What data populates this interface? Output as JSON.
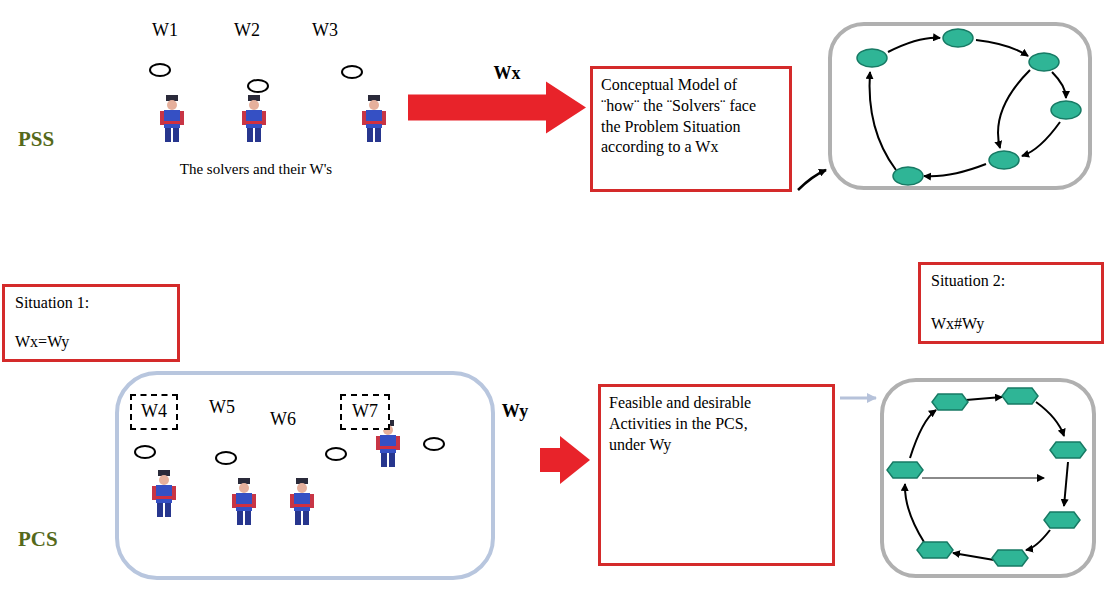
{
  "diagram": {
    "nodes": [
      {
        "text": [
          "PSS"
        ]
      },
      {
        "text": [
          "The solvers and their W's"
        ],
        "in": 0
      },
      {
        "text": [
          "W1"
        ],
        "in": 1
      },
      {
        "text": [
          "W2"
        ],
        "in": 1
      },
      {
        "text": [
          "W3"
        ],
        "in": 1
      },
      {
        "text": [
          "Wx"
        ],
        "in": 0
      },
      {
        "text": [
          "Conceptual Model of ¨how¨ the ¨Solvers¨ face the Problem Situation according to a Wx"
        ],
        "in": 0
      },
      {
        "text": [
          "Situation 1:",
          "Wx=Wy"
        ]
      },
      {
        "text": [
          "Situation 2:",
          "Wx#Wy"
        ]
      },
      {
        "text": [
          "PCS"
        ]
      },
      {
        "text": [
          "W4"
        ],
        "in": 9
      },
      {
        "text": [
          "W5"
        ],
        "in": 9
      },
      {
        "text": [
          "W6"
        ],
        "in": 9
      },
      {
        "text": [
          "W7"
        ],
        "in": 9
      },
      {
        "text": [
          "Wy"
        ],
        "in": 9
      },
      {
        "text": [
          "Feasible and desirable Activities in the PCS, under Wy"
        ],
        "in": 9
      }
    ],
    "edges": [
      {
        "from": 1,
        "to": 6,
        "arrow": "to"
      }
    ]
  }
}
